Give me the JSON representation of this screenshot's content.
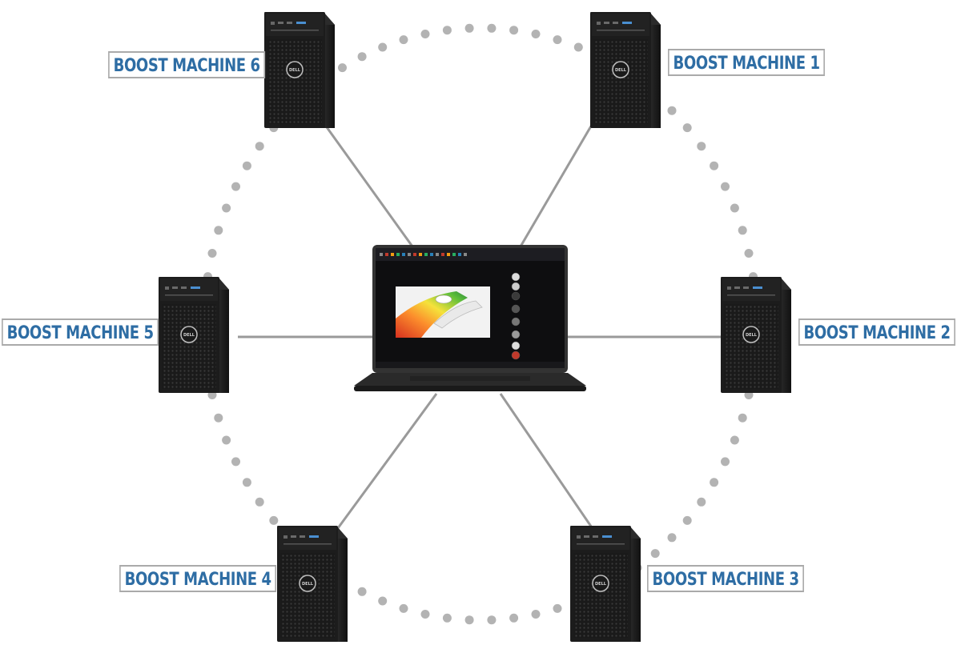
{
  "hub": {
    "device_icon": "laptop-icon"
  },
  "machines": [
    {
      "label": "BOOST MACHINE 1",
      "icon": "tower-workstation-icon",
      "logo": "DELL"
    },
    {
      "label": "BOOST MACHINE 2",
      "icon": "tower-workstation-icon",
      "logo": "DELL"
    },
    {
      "label": "BOOST MACHINE 3",
      "icon": "tower-workstation-icon",
      "logo": "DELL"
    },
    {
      "label": "BOOST MACHINE 4",
      "icon": "tower-workstation-icon",
      "logo": "DELL"
    },
    {
      "label": "BOOST MACHINE 5",
      "icon": "tower-workstation-icon",
      "logo": "DELL"
    },
    {
      "label": "BOOST MACHINE 6",
      "icon": "tower-workstation-icon",
      "logo": "DELL"
    }
  ],
  "colors": {
    "label_text": "#2e6da4",
    "label_border": "#aaaaaa",
    "connector": "#9a9a9a",
    "dots": "#b3b3b3",
    "tower_body": "#1c1c1c",
    "laptop_body": "#2a2a2a"
  }
}
